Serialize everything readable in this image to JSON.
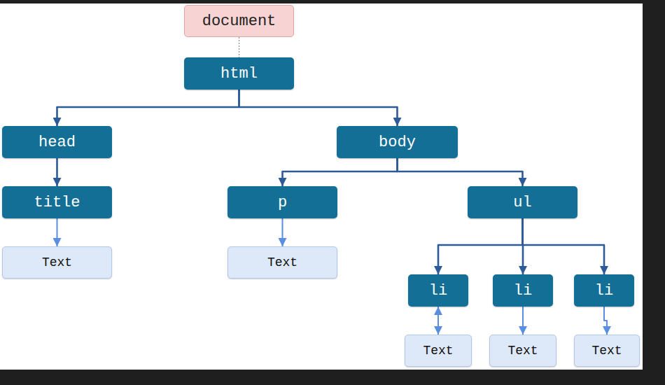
{
  "diagram": {
    "nodes": [
      {
        "text": [
          "document"
        ]
      },
      {
        "text": [
          "html"
        ]
      },
      {
        "text": [
          "head"
        ]
      },
      {
        "text": [
          "body"
        ]
      },
      {
        "text": [
          "title"
        ]
      },
      {
        "text": [
          "p"
        ]
      },
      {
        "text": [
          "ul"
        ]
      },
      {
        "text": [
          "Text"
        ]
      },
      {
        "text": [
          "Text"
        ]
      },
      {
        "text": [
          "li"
        ]
      },
      {
        "text": [
          "li"
        ]
      },
      {
        "text": [
          "li"
        ]
      },
      {
        "text": [
          "Text"
        ]
      },
      {
        "text": [
          "Text"
        ]
      },
      {
        "text": [
          "Text"
        ]
      }
    ],
    "edges": [
      {
        "from": 0,
        "to": 1,
        "arrow": "none"
      },
      {
        "from": 1,
        "to": 2,
        "arrow": "to"
      },
      {
        "from": 1,
        "to": 3,
        "arrow": "to"
      },
      {
        "from": 2,
        "to": 4,
        "arrow": "to"
      },
      {
        "from": 3,
        "to": 5,
        "arrow": "to"
      },
      {
        "from": 3,
        "to": 6,
        "arrow": "to"
      },
      {
        "from": 4,
        "to": 7,
        "arrow": "to"
      },
      {
        "from": 5,
        "to": 8,
        "arrow": "to"
      },
      {
        "from": 6,
        "to": 9,
        "arrow": "to"
      },
      {
        "from": 6,
        "to": 10,
        "arrow": "to"
      },
      {
        "from": 6,
        "to": 11,
        "arrow": "to"
      },
      {
        "from": 9,
        "to": 12,
        "arrow": "both"
      },
      {
        "from": 10,
        "to": 13,
        "arrow": "to"
      },
      {
        "from": 11,
        "to": 14,
        "arrow": "to"
      }
    ]
  }
}
